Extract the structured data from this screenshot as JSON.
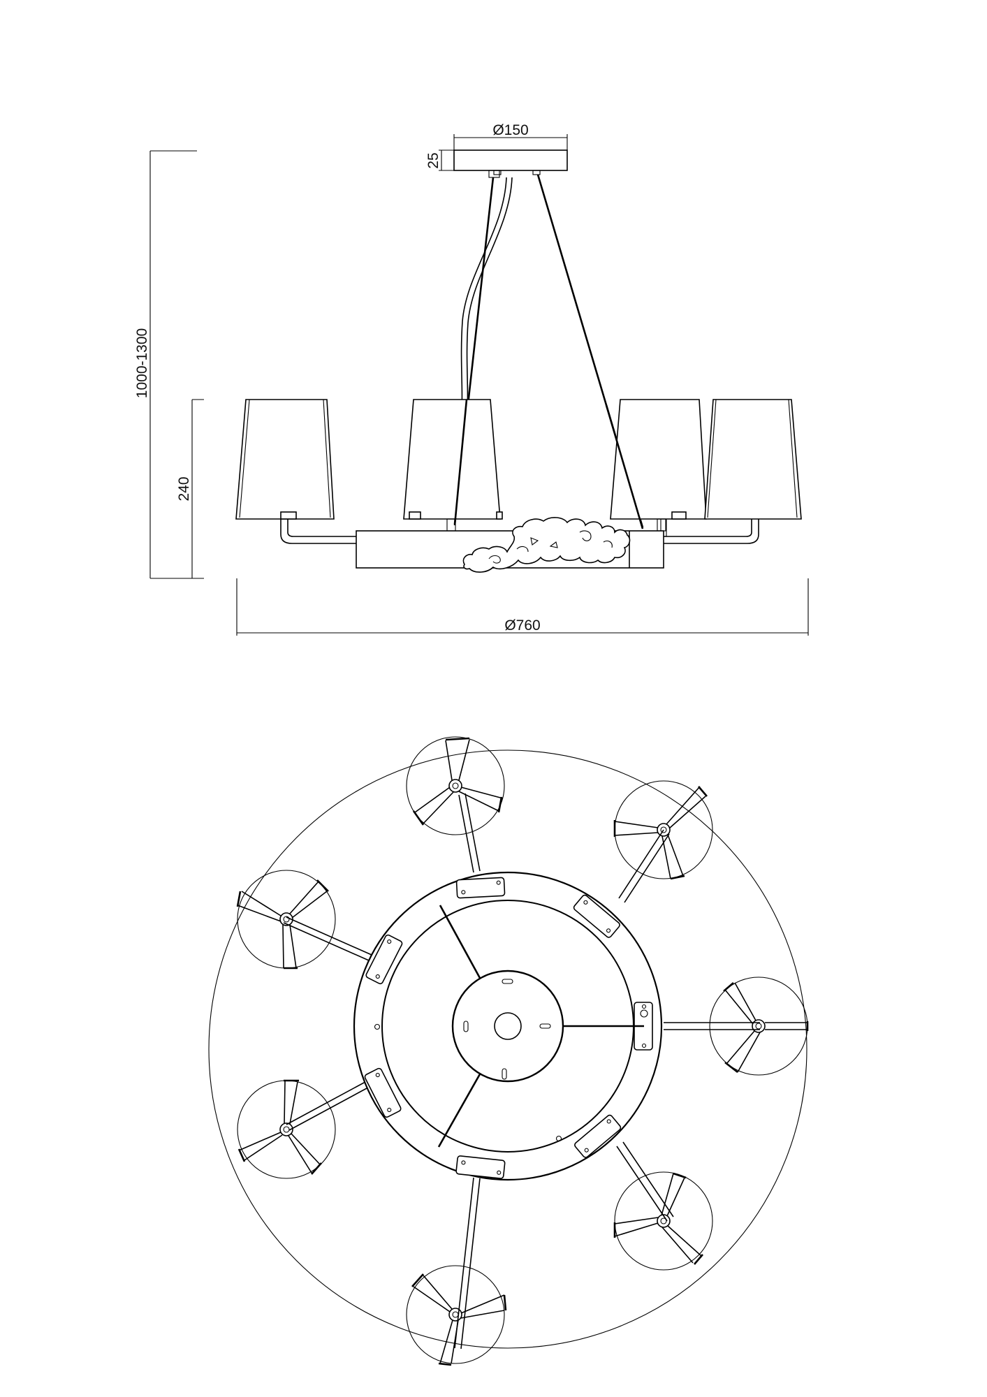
{
  "drawing": {
    "title": "Pendant chandelier technical drawing",
    "views": [
      "side-elevation",
      "top-plan"
    ],
    "stroke_color": "#000000",
    "background": "#ffffff"
  },
  "dimensions": {
    "canopy_diameter": "Ø150",
    "canopy_height": "25",
    "overall_height": "1000-1300",
    "body_height": "240",
    "overall_diameter": "Ø760"
  },
  "side_view": {
    "shade_count_visible": 4,
    "ornament": "cloud-scroll relief on body"
  },
  "plan_view": {
    "arm_count": 7,
    "shade_count": 7
  }
}
